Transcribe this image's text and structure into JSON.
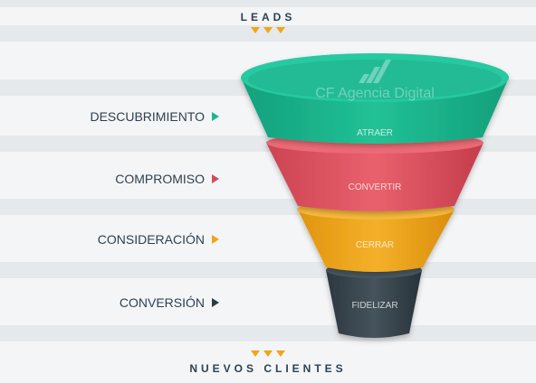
{
  "header": {
    "top": "LEADS",
    "bottom": "NUEVOS CLIENTES"
  },
  "watermark": "CF Agencia Digital",
  "stages": [
    {
      "label": "DESCUBRIMIENTO",
      "segment": "ATRAER",
      "color": "#1fb58e",
      "arrow_color": "#1fb58e"
    },
    {
      "label": "COMPROMISO",
      "segment": "CONVERTIR",
      "color": "#e05462",
      "arrow_color": "#d24a5b"
    },
    {
      "label": "CONSIDERACIÓN",
      "segment": "CERRAR",
      "color": "#f0a51a",
      "arrow_color": "#f0a51a"
    },
    {
      "label": "CONVERSIÓN",
      "segment": "FIDELIZAR",
      "color": "#3a4750",
      "arrow_color": "#2d3a44"
    }
  ],
  "colors": {
    "arrow_accent": "#f0a51a",
    "text": "#2d4152"
  }
}
